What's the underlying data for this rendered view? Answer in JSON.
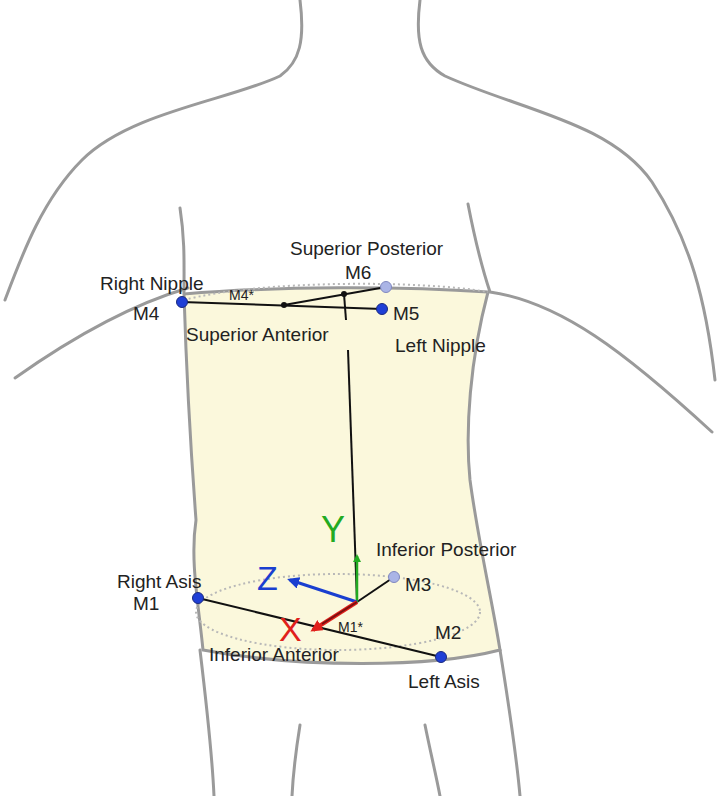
{
  "diagram": {
    "labels": [
      "Superior Posterior",
      "M6",
      "Right Nipple",
      "M4*",
      "M4",
      "M5",
      "Superior Anterior",
      "Left Nipple",
      "Y",
      "Inferior Posterior",
      "Right Asis",
      "Z",
      "M3",
      "M1",
      "X",
      "M1*",
      "M2",
      "Inferior Anterior",
      "Left Asis"
    ]
  }
}
